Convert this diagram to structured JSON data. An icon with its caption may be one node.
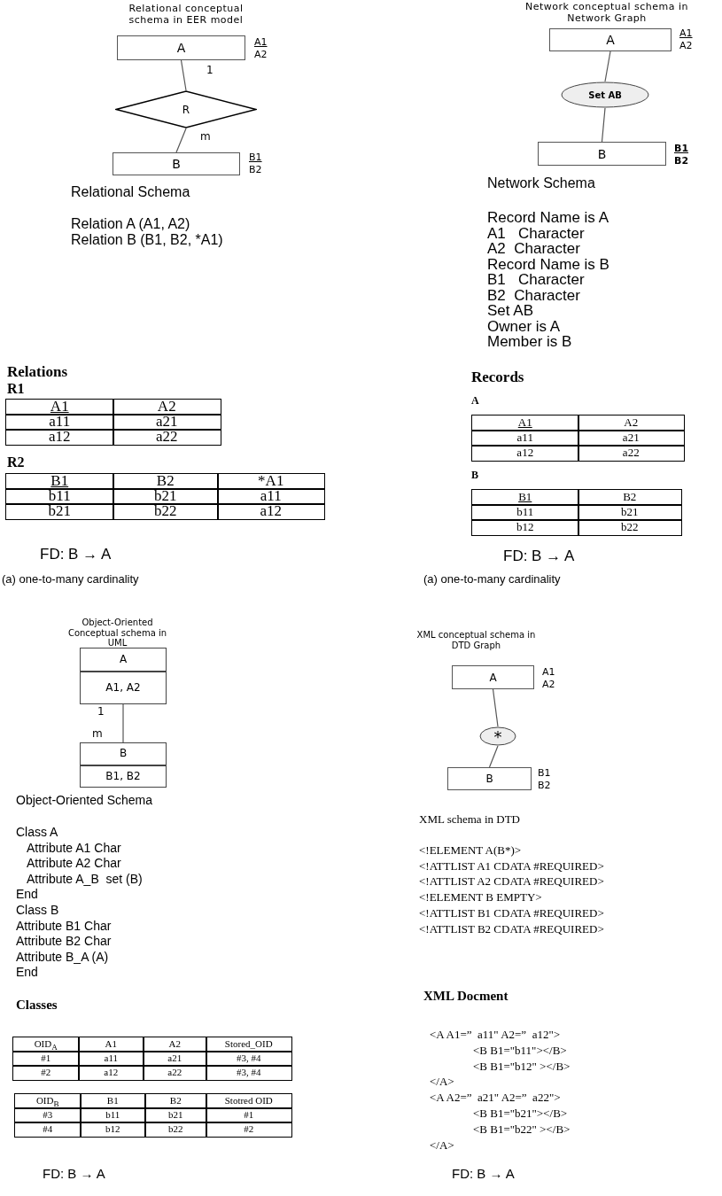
{
  "diagram": {
    "nodes": [
      {
        "text": [
          "A"
        ],
        "beside": [
          "A1",
          "A2"
        ]
      },
      {
        "text": [
          "R"
        ]
      },
      {
        "text": [
          "B"
        ],
        "beside": [
          "B1",
          "B2"
        ]
      },
      {
        "text": [
          "A"
        ],
        "beside": [
          "A1",
          "A2"
        ]
      },
      {
        "text": [
          "Set AB"
        ]
      },
      {
        "text": [
          "B"
        ],
        "beside": [
          "B1",
          "B2"
        ]
      },
      {
        "text": [
          "A",
          "A1, A2"
        ]
      },
      {
        "text": [
          "B",
          "B1, B2"
        ]
      },
      {
        "text": [
          "A"
        ],
        "beside": [
          "A1",
          "A2"
        ]
      },
      {
        "text": [
          "*"
        ]
      },
      {
        "text": [
          "B"
        ],
        "beside": [
          "B1",
          "B2"
        ]
      }
    ],
    "edges": [
      {
        "from": 0,
        "to": 1,
        "arrow": "none"
      },
      {
        "from": 1,
        "to": 2,
        "arrow": "none"
      },
      {
        "from": 3,
        "to": 4,
        "arrow": "none"
      },
      {
        "from": 4,
        "to": 5,
        "arrow": "none"
      },
      {
        "from": 6,
        "to": 7,
        "arrow": "none"
      },
      {
        "from": 8,
        "to": 9,
        "arrow": "none"
      },
      {
        "from": 9,
        "to": 10,
        "arrow": "none"
      }
    ],
    "labels": [
      "Relational conceptual schema in EER model",
      "1",
      "m",
      "Relational Schema",
      "Relation A (A1, A2)",
      "Relation B (B1, B2, *A1)",
      "Relations",
      "R1",
      "A1",
      "A2",
      "a11",
      "a21",
      "a12",
      "a22",
      "R2",
      "B1",
      "B2",
      "*A1",
      "b11",
      "b21",
      "a11",
      "b21",
      "b22",
      "a12",
      "FD: B → A",
      "(a) one-to-many cardinality",
      "Network conceptual schema in Network Graph",
      "Network Schema",
      "Record Name is A",
      "A1   Character",
      "A2  Character",
      "Record Name is B",
      "B1   Character",
      "B2  Character",
      "Set AB",
      "Owner is A",
      "Member is B",
      "Records",
      "A",
      "A1",
      "A2",
      "a11",
      "a21",
      "a12",
      "a22",
      "B",
      "B1",
      "B2",
      "b11",
      "b21",
      "b12",
      "b22",
      "FD: B → A",
      "(a) one-to-many cardinality",
      "Object-Oriented Conceptual schema in UML",
      "1",
      "m",
      "Object-Oriented Schema",
      "Class A",
      "Attribute A1 Char",
      "Attribute A2 Char",
      "Attribute A_B  set (B)",
      "End",
      "Class B",
      "Attribute B1 Char",
      "Attribute B2 Char",
      "Attribute B_A (A)",
      "End",
      "Classes",
      "OID$_{A}$",
      "A1",
      "A2",
      "Stored_OID",
      "#1",
      "a11",
      "a21",
      "#3, #4",
      "#2",
      "a12",
      "a22",
      "#3, #4",
      "OID$_{B}$",
      "B1",
      "B2",
      "Stotred OID",
      "#3",
      "b11",
      "b21",
      "#1",
      "#4",
      "b12",
      "b22",
      "#2",
      "FD: B → A",
      "XML conceptual schema in DTD Graph",
      "XML schema in DTD",
      "<!ELEMENT A(B*)>",
      "<!ATTLIST A1 CDATA #REQUIRED>",
      "<!ATTLIST A2 CDATA #REQUIRED>",
      "<!ELEMENT B EMPTY>",
      "<!ATTLIST B1 CDATA #REQUIRED>",
      "<!ATTLIST B2 CDATA #REQUIRED>",
      "XML Docment",
      "<A A1=”  a11\" A2=”  a12\">",
      "<B B1=\"b11\"></B>",
      "<B B1=\"b12\" ></B>",
      "</A>",
      "<A A2=”  a21\" A2=”  a22\">",
      "<B B1=\"b21\"></B>",
      "<B B1=\"b22\" ></B>",
      "</A>",
      "FD: B → A"
    ]
  }
}
